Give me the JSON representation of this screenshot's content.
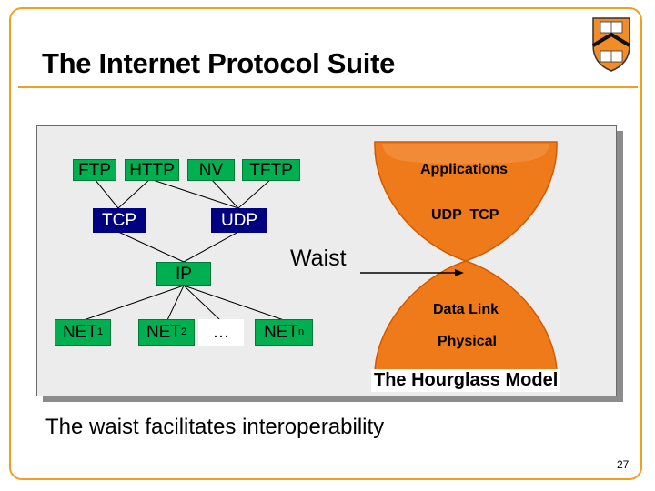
{
  "slide": {
    "title": "The Internet Protocol Suite",
    "footer": "The waist facilitates interoperability",
    "page_number": "27"
  },
  "protocols": {
    "applications": [
      "FTP",
      "HTTP",
      "NV",
      "TFTP"
    ],
    "transport": [
      "TCP",
      "UDP"
    ],
    "network": "IP",
    "links": [
      {
        "base": "NET",
        "sub": "1"
      },
      {
        "base": "NET",
        "sub": "2"
      },
      {
        "base": "…",
        "sub": ""
      },
      {
        "base": "NET",
        "sub": "n"
      }
    ]
  },
  "hourglass": {
    "top_label": "Applications",
    "upper_label": "UDP  TCP",
    "lower_label": "Data Link",
    "bottom_label": "Physical",
    "waist_label": "Waist",
    "caption": "The Hourglass Model"
  },
  "colors": {
    "frame": "#f0a020",
    "hourglass": "#ef7a1a",
    "green_box": "#00b050",
    "navy_box": "#000080"
  },
  "logo": "princeton-shield-icon"
}
